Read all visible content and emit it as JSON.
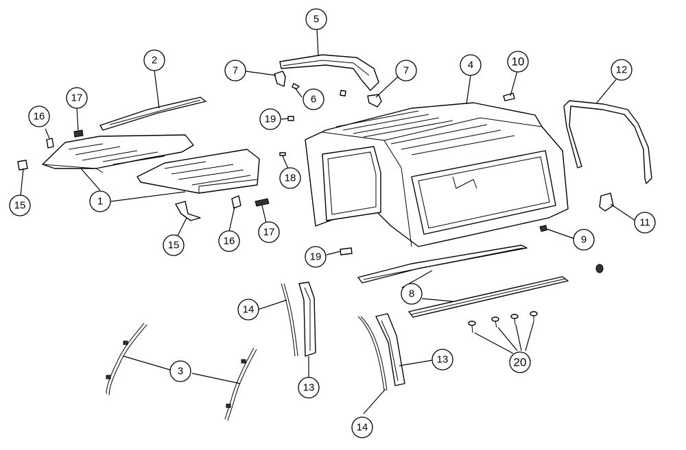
{
  "callouts": {
    "c1": "1",
    "c2": "2",
    "c3": "3",
    "c4": "4",
    "c5": "5",
    "c6": "6",
    "c7a": "7",
    "c7b": "7",
    "c8": "8",
    "c9": "9",
    "c10": "10",
    "c11": "11",
    "c12": "12",
    "c13a": "13",
    "c13b": "13",
    "c14a": "14",
    "c14b": "14",
    "c15a": "15",
    "c15b": "15",
    "c16a": "16",
    "c16b": "16",
    "c17a": "17",
    "c17b": "17",
    "c18": "18",
    "c19a": "19",
    "c19b": "19",
    "c20": "20"
  }
}
